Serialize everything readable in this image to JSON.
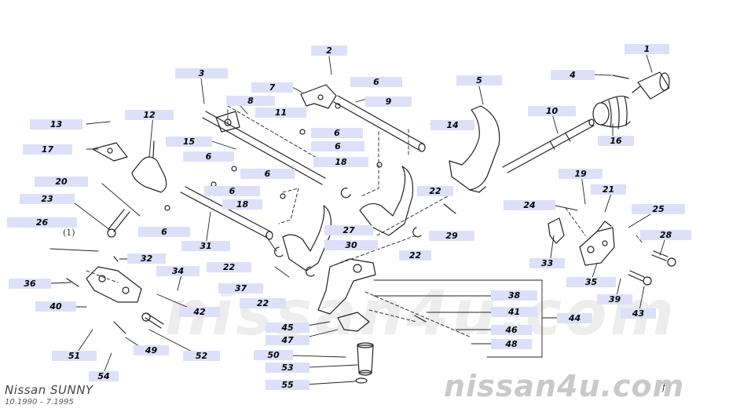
{
  "footer": {
    "brand": "Nissan SUNNY",
    "dates": "10.1990 – 7.1995",
    "watermark": "nissan4u.com",
    "bg_watermark": "nissan4u.com"
  },
  "annotations": {
    "paren_note": "(1)",
    "small_mark": "f"
  },
  "colors": {
    "callout_bg": "#dde0f8",
    "line": "#222222",
    "watermark": "#c9c9c9"
  },
  "callouts": [
    {
      "id": "c1",
      "label": "1"
    },
    {
      "id": "c2",
      "label": "2"
    },
    {
      "id": "c3",
      "label": "3"
    },
    {
      "id": "c4",
      "label": "4"
    },
    {
      "id": "c5",
      "label": "5"
    },
    {
      "id": "c6a",
      "label": "6"
    },
    {
      "id": "c6b",
      "label": "6"
    },
    {
      "id": "c6c",
      "label": "6"
    },
    {
      "id": "c6d",
      "label": "6"
    },
    {
      "id": "c6e",
      "label": "6"
    },
    {
      "id": "c6f",
      "label": "6"
    },
    {
      "id": "c6g",
      "label": "6"
    },
    {
      "id": "c6h",
      "label": "6"
    },
    {
      "id": "c7",
      "label": "7"
    },
    {
      "id": "c8",
      "label": "8"
    },
    {
      "id": "c9",
      "label": "9"
    },
    {
      "id": "c10",
      "label": "10"
    },
    {
      "id": "c11",
      "label": "11"
    },
    {
      "id": "c12",
      "label": "12"
    },
    {
      "id": "c13",
      "label": "13"
    },
    {
      "id": "c14",
      "label": "14"
    },
    {
      "id": "c15",
      "label": "15"
    },
    {
      "id": "c16",
      "label": "16"
    },
    {
      "id": "c17",
      "label": "17"
    },
    {
      "id": "c18a",
      "label": "18"
    },
    {
      "id": "c18b",
      "label": "18"
    },
    {
      "id": "c19",
      "label": "19"
    },
    {
      "id": "c20",
      "label": "20"
    },
    {
      "id": "c21",
      "label": "21"
    },
    {
      "id": "c22a",
      "label": "22"
    },
    {
      "id": "c22b",
      "label": "22"
    },
    {
      "id": "c22c",
      "label": "22"
    },
    {
      "id": "c22d",
      "label": "22"
    },
    {
      "id": "c23",
      "label": "23"
    },
    {
      "id": "c24",
      "label": "24"
    },
    {
      "id": "c25",
      "label": "25"
    },
    {
      "id": "c26",
      "label": "26"
    },
    {
      "id": "c27",
      "label": "27"
    },
    {
      "id": "c28",
      "label": "28"
    },
    {
      "id": "c29",
      "label": "29"
    },
    {
      "id": "c30",
      "label": "30"
    },
    {
      "id": "c31",
      "label": "31"
    },
    {
      "id": "c32",
      "label": "32"
    },
    {
      "id": "c33",
      "label": "33"
    },
    {
      "id": "c34",
      "label": "34"
    },
    {
      "id": "c35",
      "label": "35"
    },
    {
      "id": "c36",
      "label": "36"
    },
    {
      "id": "c37",
      "label": "37"
    },
    {
      "id": "c38",
      "label": "38"
    },
    {
      "id": "c39",
      "label": "39"
    },
    {
      "id": "c40",
      "label": "40"
    },
    {
      "id": "c41",
      "label": "41"
    },
    {
      "id": "c42",
      "label": "42"
    },
    {
      "id": "c43",
      "label": "43"
    },
    {
      "id": "c44",
      "label": "44"
    },
    {
      "id": "c45",
      "label": "45"
    },
    {
      "id": "c46",
      "label": "46"
    },
    {
      "id": "c47",
      "label": "47"
    },
    {
      "id": "c48",
      "label": "48"
    },
    {
      "id": "c49",
      "label": "49"
    },
    {
      "id": "c50",
      "label": "50"
    },
    {
      "id": "c51",
      "label": "51"
    },
    {
      "id": "c52",
      "label": "52"
    },
    {
      "id": "c53",
      "label": "53"
    },
    {
      "id": "c54",
      "label": "54"
    },
    {
      "id": "c55",
      "label": "55"
    }
  ]
}
